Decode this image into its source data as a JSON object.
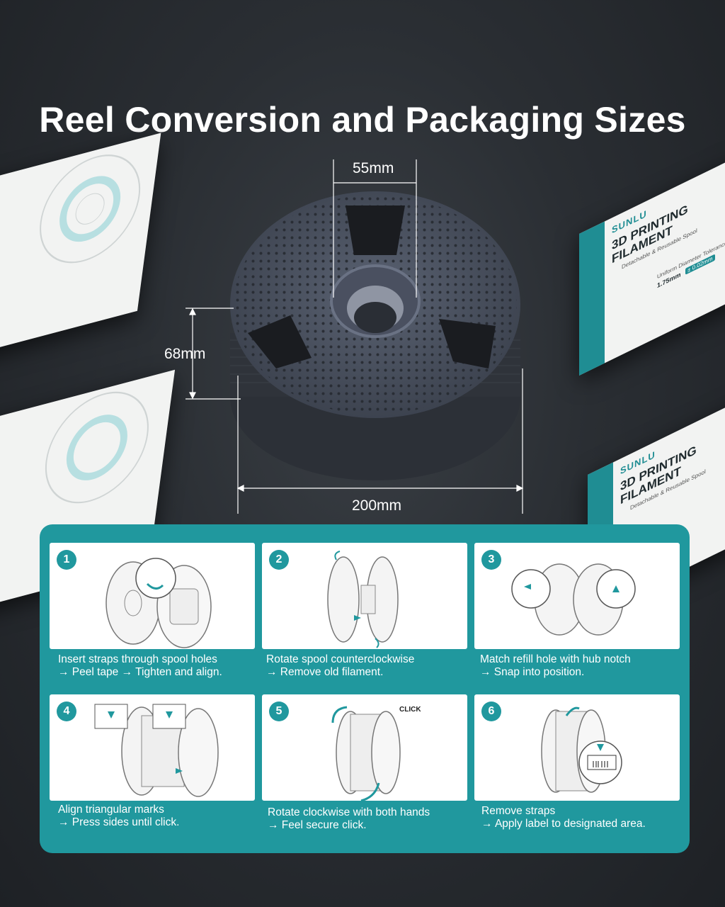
{
  "title": "Reel Conversion and Packaging Sizes",
  "dimensions": {
    "hub_width": "55mm",
    "height": "68mm",
    "diameter": "200mm"
  },
  "box": {
    "brand": "SUNLU",
    "title_line1": "3D PRINTING",
    "title_line2": "FILAMENT",
    "subtitle": "Detachable & Reusable Spool",
    "tolerance_label": "Uniform Diameter Tolerance",
    "size": "1.75mm",
    "tolerance": "± 0.02mm"
  },
  "steps": [
    {
      "number": "1",
      "line1": "Insert straps through spool holes",
      "line2": "→ Peel tape → Tighten and align."
    },
    {
      "number": "2",
      "line1": "Rotate spool counterclockwise",
      "line2": "→ Remove old filament."
    },
    {
      "number": "3",
      "line1": "Match refill hole with hub notch",
      "line2": "→ Snap into position."
    },
    {
      "number": "4",
      "line1": "Align triangular marks",
      "line2": "→ Press sides until click."
    },
    {
      "number": "5",
      "line1": "Rotate clockwise with both hands",
      "line2": "→ Feel secure click.",
      "click_label": "CLICK"
    },
    {
      "number": "6",
      "line1": "Remove straps",
      "line2": "→ Apply label to designated area."
    }
  ],
  "colors": {
    "accent": "#20989e",
    "background": "#2a2e33"
  }
}
